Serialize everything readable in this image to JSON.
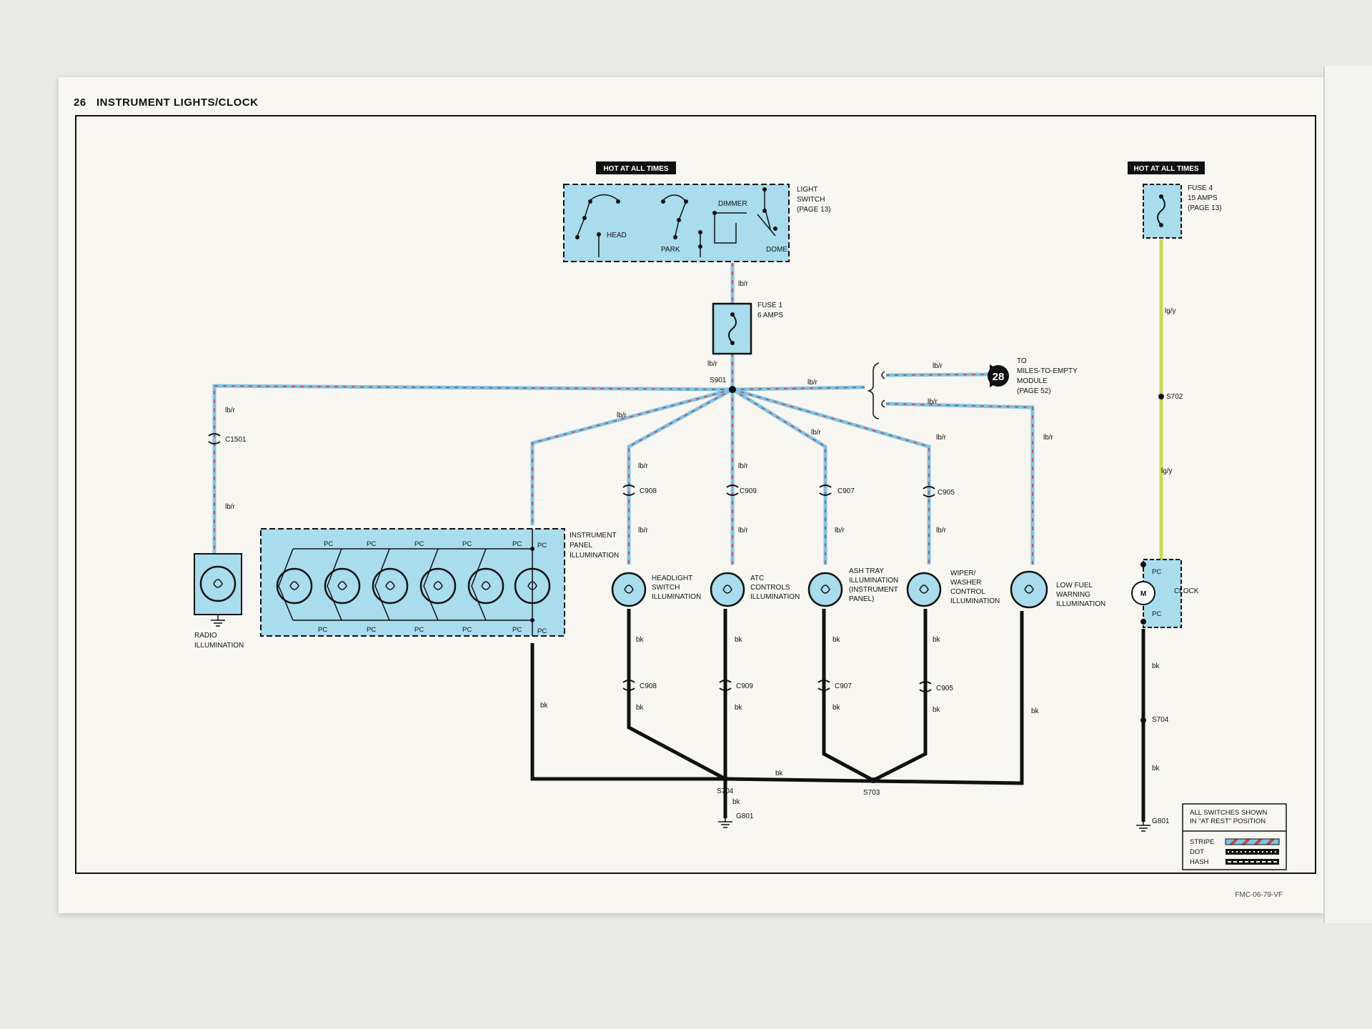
{
  "page": {
    "number": "26",
    "title": "INSTRUMENT LIGHTS/CLOCK",
    "footer_code": "FMC-06-79-VF"
  },
  "tags": {
    "hot_left": "HOT AT ALL TIMES",
    "hot_right": "HOT AT ALL TIMES"
  },
  "light_switch": {
    "label_lines": [
      "LIGHT",
      "SWITCH",
      "(PAGE 13)"
    ],
    "head": "HEAD",
    "park": "PARK",
    "dimmer": "DIMMER",
    "dome": "DOME"
  },
  "fuse1": {
    "lines": [
      "FUSE 1",
      "6 AMPS"
    ]
  },
  "fuse4": {
    "lines": [
      "FUSE 4",
      "15 AMPS",
      "(PAGE 13)"
    ]
  },
  "splices": {
    "s901": "S901",
    "s702": "S702",
    "s703": "S703",
    "s704a": "S704",
    "s704b": "S704"
  },
  "grounds": {
    "g801a": "G801",
    "g801b": "G801"
  },
  "connectors": {
    "c1501": "C1501",
    "c908_top": "C908",
    "c909_top": "C909",
    "c907_top": "C907",
    "c905_top": "C905",
    "c908_bot": "C908",
    "c909_bot": "C909",
    "c907_bot": "C907",
    "c905_bot": "C905"
  },
  "wires": {
    "lb_r": "lb/r",
    "lg_y": "lg/y",
    "bk": "bk",
    "pc": "PC"
  },
  "mte": {
    "badge": "28",
    "lines": [
      "TO",
      "MILES-TO-EMPTY",
      "MODULE",
      "(PAGE 52)"
    ]
  },
  "components": {
    "radio": [
      "RADIO",
      "ILLUMINATION"
    ],
    "instrument_panel": [
      "INSTRUMENT",
      "PANEL",
      "ILLUMINATION"
    ],
    "headlight": [
      "HEADLIGHT",
      "SWITCH",
      "ILLUMINATION"
    ],
    "atc": [
      "ATC",
      "CONTROLS",
      "ILLUMINATION"
    ],
    "ash_tray": [
      "ASH TRAY",
      "ILLUMINATION",
      "(INSTRUMENT",
      "PANEL)"
    ],
    "wiper": [
      "WIPER/",
      "WASHER",
      "CONTROL",
      "ILLUMINATION"
    ],
    "low_fuel": [
      "LOW FUEL",
      "WARNING",
      "ILLUMINATION"
    ],
    "clock": "CLOCK",
    "motor": "M"
  },
  "legend": {
    "title_lines": [
      "ALL SWITCHES SHOWN",
      "IN \"AT REST\" POSITION"
    ],
    "items": [
      "STRIPE",
      "DOT",
      "HASH"
    ]
  },
  "colors": {
    "component_fill": "#a9dced",
    "wire_light_blue": "#7fc3e4",
    "wire_red_stripe": "#b64a4a",
    "wire_light_green": "#c8d94e",
    "wire_black": "#111111",
    "label_tag": "#111111"
  }
}
